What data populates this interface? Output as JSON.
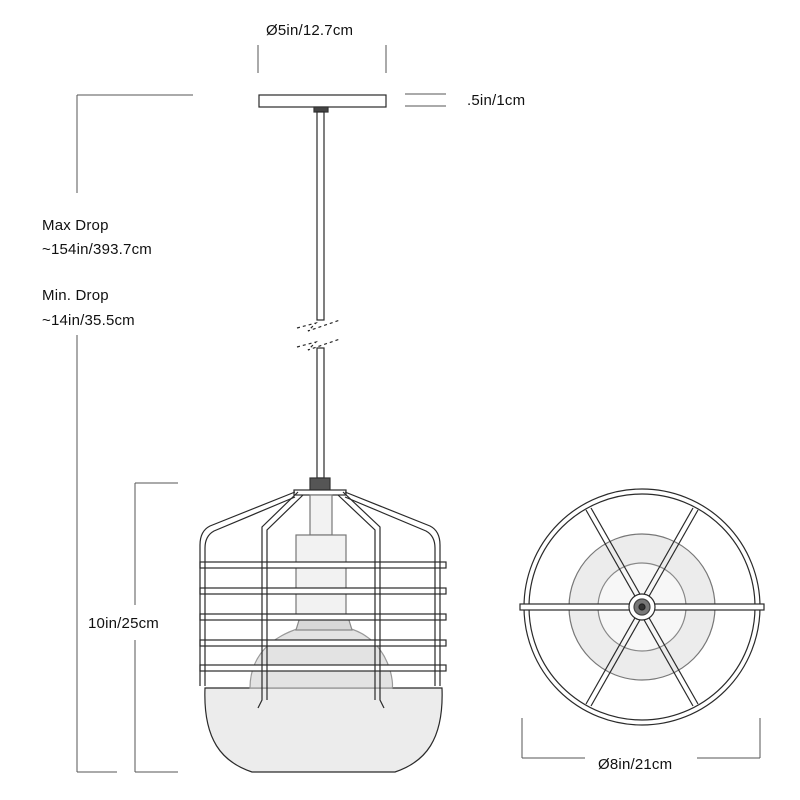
{
  "dimensions": {
    "canopy_diameter": "Ø5in/12.7cm",
    "canopy_height": ".5in/1cm",
    "max_drop_label": "Max Drop",
    "max_drop_value": "~154in/393.7cm",
    "min_drop_label": "Min. Drop",
    "min_drop_value": "~14in/35.5cm",
    "fixture_height": "10in/25cm",
    "fixture_diameter": "Ø8in/21cm"
  },
  "colors": {
    "line": "#2a2a2a",
    "glass": "#e9e9e9",
    "socket": "#666666"
  }
}
